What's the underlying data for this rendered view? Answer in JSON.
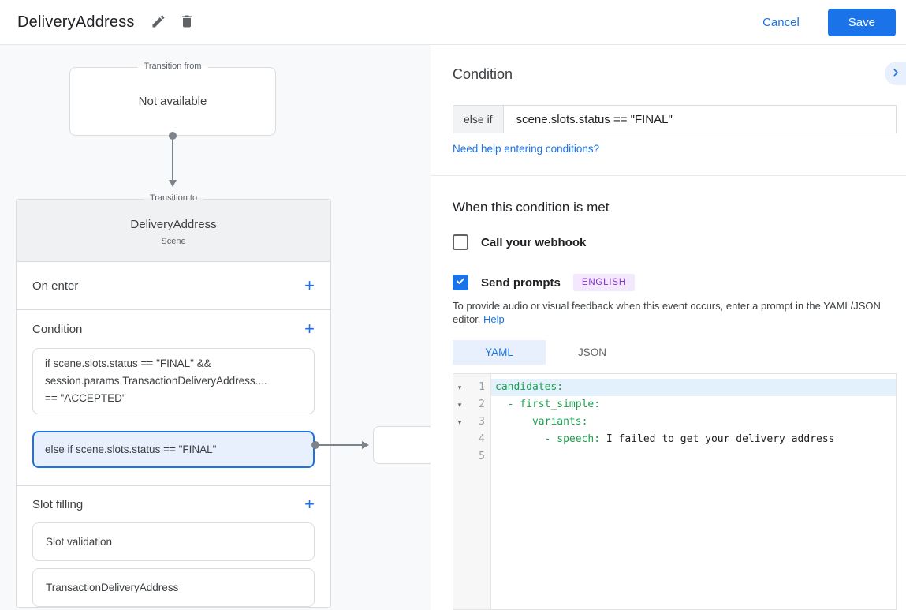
{
  "header": {
    "title": "DeliveryAddress",
    "cancel_label": "Cancel",
    "save_label": "Save"
  },
  "icons": {
    "plus": "+",
    "fold_arrow": "▾"
  },
  "colors": {
    "accent_blue": "#1a73e8",
    "selection_blue_bg": "#e8f0fe",
    "yaml_key_green": "#1ea04e",
    "badge_purple": "#8430ce",
    "badge_purple_bg": "#f3e8fd"
  },
  "diagram": {
    "transition_from": {
      "legend": "Transition from",
      "content": "Not available"
    },
    "transition_to": {
      "legend": "Transition to",
      "title": "DeliveryAddress",
      "subtitle": "Scene",
      "on_enter_label": "On enter",
      "condition_label": "Condition",
      "condition_items": {
        "first_lines": [
          "if scene.slots.status == \"FINAL\" &&",
          "session.params.TransactionDeliveryAddress....",
          "== \"ACCEPTED\""
        ],
        "selected_text": "else if scene.slots.status == \"FINAL\""
      },
      "slot_filling_label": "Slot filling",
      "slot_items": [
        "Slot validation",
        "TransactionDeliveryAddress"
      ]
    }
  },
  "panel": {
    "title": "Condition",
    "condition_prefix": "else if",
    "condition_value": "scene.slots.status == \"FINAL\"",
    "help_link": "Need help entering conditions?",
    "when_title": "When this condition is met",
    "webhook_label": "Call your webhook",
    "prompts_label": "Send prompts",
    "language_badge": "ENGLISH",
    "description": "To provide audio or visual feedback when this event occurs, enter a prompt in the YAML/JSON editor.",
    "description_link": "Help",
    "tabs": [
      {
        "label": "YAML"
      },
      {
        "label": "JSON"
      }
    ],
    "editor": {
      "line_numbers": [
        "1",
        "2",
        "3",
        "4",
        "5"
      ],
      "lines": [
        {
          "key": "candidates:",
          "value": ""
        },
        {
          "key": "  - first_simple:",
          "value": ""
        },
        {
          "key": "      variants:",
          "value": ""
        },
        {
          "key": "        - speech:",
          "value": " I failed to get your delivery address"
        },
        {
          "key": "",
          "value": ""
        }
      ]
    }
  }
}
